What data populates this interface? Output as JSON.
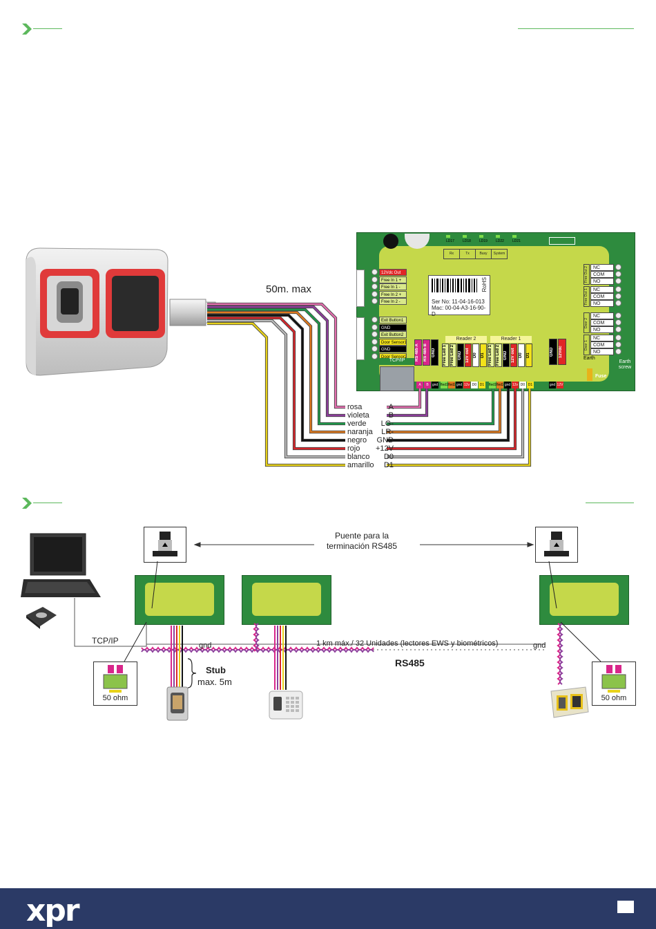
{
  "section1": {
    "cable_length": "50m. max",
    "wires": [
      {
        "color_name": "rosa",
        "pin": "A",
        "hex": "#e56fb0"
      },
      {
        "color_name": "violeta",
        "pin": "B",
        "hex": "#8e3e9c"
      },
      {
        "color_name": "verde",
        "pin": "LG-",
        "hex": "#1e9a4a"
      },
      {
        "color_name": "naranja",
        "pin": "LR-",
        "hex": "#e07a1f"
      },
      {
        "color_name": "negro",
        "pin": "GND",
        "hex": "#111111"
      },
      {
        "color_name": "rojo",
        "pin": "+12V",
        "hex": "#d8262b"
      },
      {
        "color_name": "blanco",
        "pin": "D0",
        "hex": "#bbbbbb"
      },
      {
        "color_name": "amarillo",
        "pin": "D1",
        "hex": "#e8d21a"
      }
    ],
    "board": {
      "labels_top": [
        "Rx",
        "Tx",
        "Busy",
        "System OK"
      ],
      "leds": [
        "LD17",
        "LD18",
        "LD19",
        "LD22",
        "LD21"
      ],
      "rohs": "RoHS",
      "serial": "Ser No: 11-04-16-013",
      "mac": "Mac: 00-04-A3-16-90-D",
      "left_terminals_a": [
        "12Vdc Out",
        "Free In 1 +",
        "Free In 1 -",
        "Free In 2 +",
        "Free In 2 -"
      ],
      "left_terminals_b": [
        "Exit Button1",
        "GND",
        "Exit Button2",
        "Door Sensor1",
        "GND",
        "Door Sensor2"
      ],
      "tcpip": "TCP/IP",
      "rs485_labels": [
        "RS 485 A",
        "RS 485 B",
        "GND"
      ],
      "reader2_title": "Reader 2",
      "reader2_terms": [
        "Free Led 1",
        "Free Led 2",
        "GND",
        "12V out",
        "D0",
        "D1"
      ],
      "reader1_title": "Reader 1",
      "reader1_terms": [
        "Free Led 1",
        "Free Led 2",
        "GND",
        "12V out",
        "D0",
        "D1"
      ],
      "power_terms": [
        "GND",
        "12Vdc"
      ],
      "bottom_pins_rs485": [
        "A",
        "B",
        "gnd"
      ],
      "bottom_pins_r2": [
        "fled1",
        "fled2",
        "gnd",
        "12v",
        "D0",
        "D1"
      ],
      "bottom_pins_r1": [
        "fled1",
        "fled2",
        "gnd",
        "12v",
        "D0",
        "D1"
      ],
      "bottom_pins_pwr": [
        "gnd",
        "12V"
      ],
      "relay_out2": [
        "NC",
        "COM",
        "NO"
      ],
      "relay_free_out1": [
        "NC",
        "COM",
        "NO"
      ],
      "door2": [
        "NC",
        "COM",
        "NO"
      ],
      "door1": [
        "NC",
        "COM",
        "NO"
      ],
      "out_label_free2": "Free Out 2",
      "out_label_free1": "Free Out 1",
      "out_label_door2": "Door 2",
      "out_label_door1": "Door 1",
      "earth": "Earth",
      "earth_screw": "Earth screw",
      "fuse": "Fuse"
    }
  },
  "section2": {
    "bridge_label_line1": "Puente para la",
    "bridge_label_line2": "terminación RS485",
    "tcpip": "TCP/IP",
    "gnd_left": "gnd",
    "gnd_right": "gnd",
    "bus_note": "1 km máx./ 32 Unidades (lectores EWS y biométricos)",
    "rs485": "RS485",
    "stub_title": "Stub",
    "stub_sub": "max. 5m",
    "ohm_left": "50 ohm",
    "ohm_right": "50 ohm"
  },
  "footer": {
    "logo": "xpr",
    "bg": "#2b3a66"
  },
  "accent": "#5cb85c"
}
